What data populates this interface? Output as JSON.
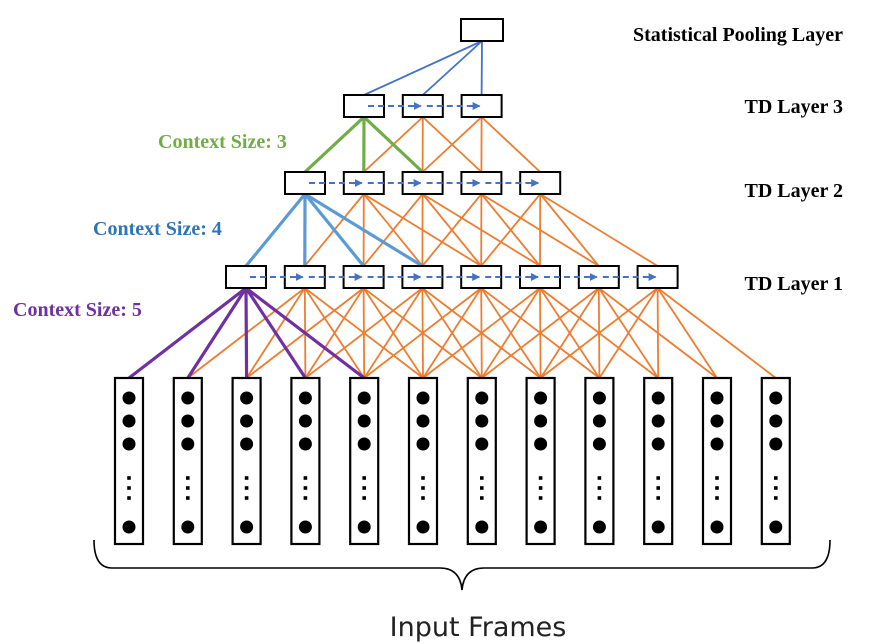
{
  "labels": {
    "pooling_layer": "Statistical Pooling Layer",
    "td_layer_3": "TD Layer 3",
    "td_layer_2": "TD Layer 2",
    "td_layer_1": "TD Layer 1",
    "context_3": "Context Size: 3",
    "context_4": "Context Size: 4",
    "context_5": "Context Size: 5",
    "input_frames": "Input Frames"
  },
  "structure": {
    "input_frame_count": 12,
    "td_layer_1_units": 8,
    "td_layer_2_units": 5,
    "td_layer_3_units": 3,
    "pooling_units": 1,
    "context_sizes": {
      "td_layer_1": 5,
      "td_layer_2": 4,
      "td_layer_3": 3
    }
  },
  "colors": {
    "orange": "#ED7D31",
    "blue": "#4472C4",
    "green": "#70AD47",
    "light_blue": "#5B9BD5",
    "purple": "#7030A0",
    "black": "#000000"
  }
}
